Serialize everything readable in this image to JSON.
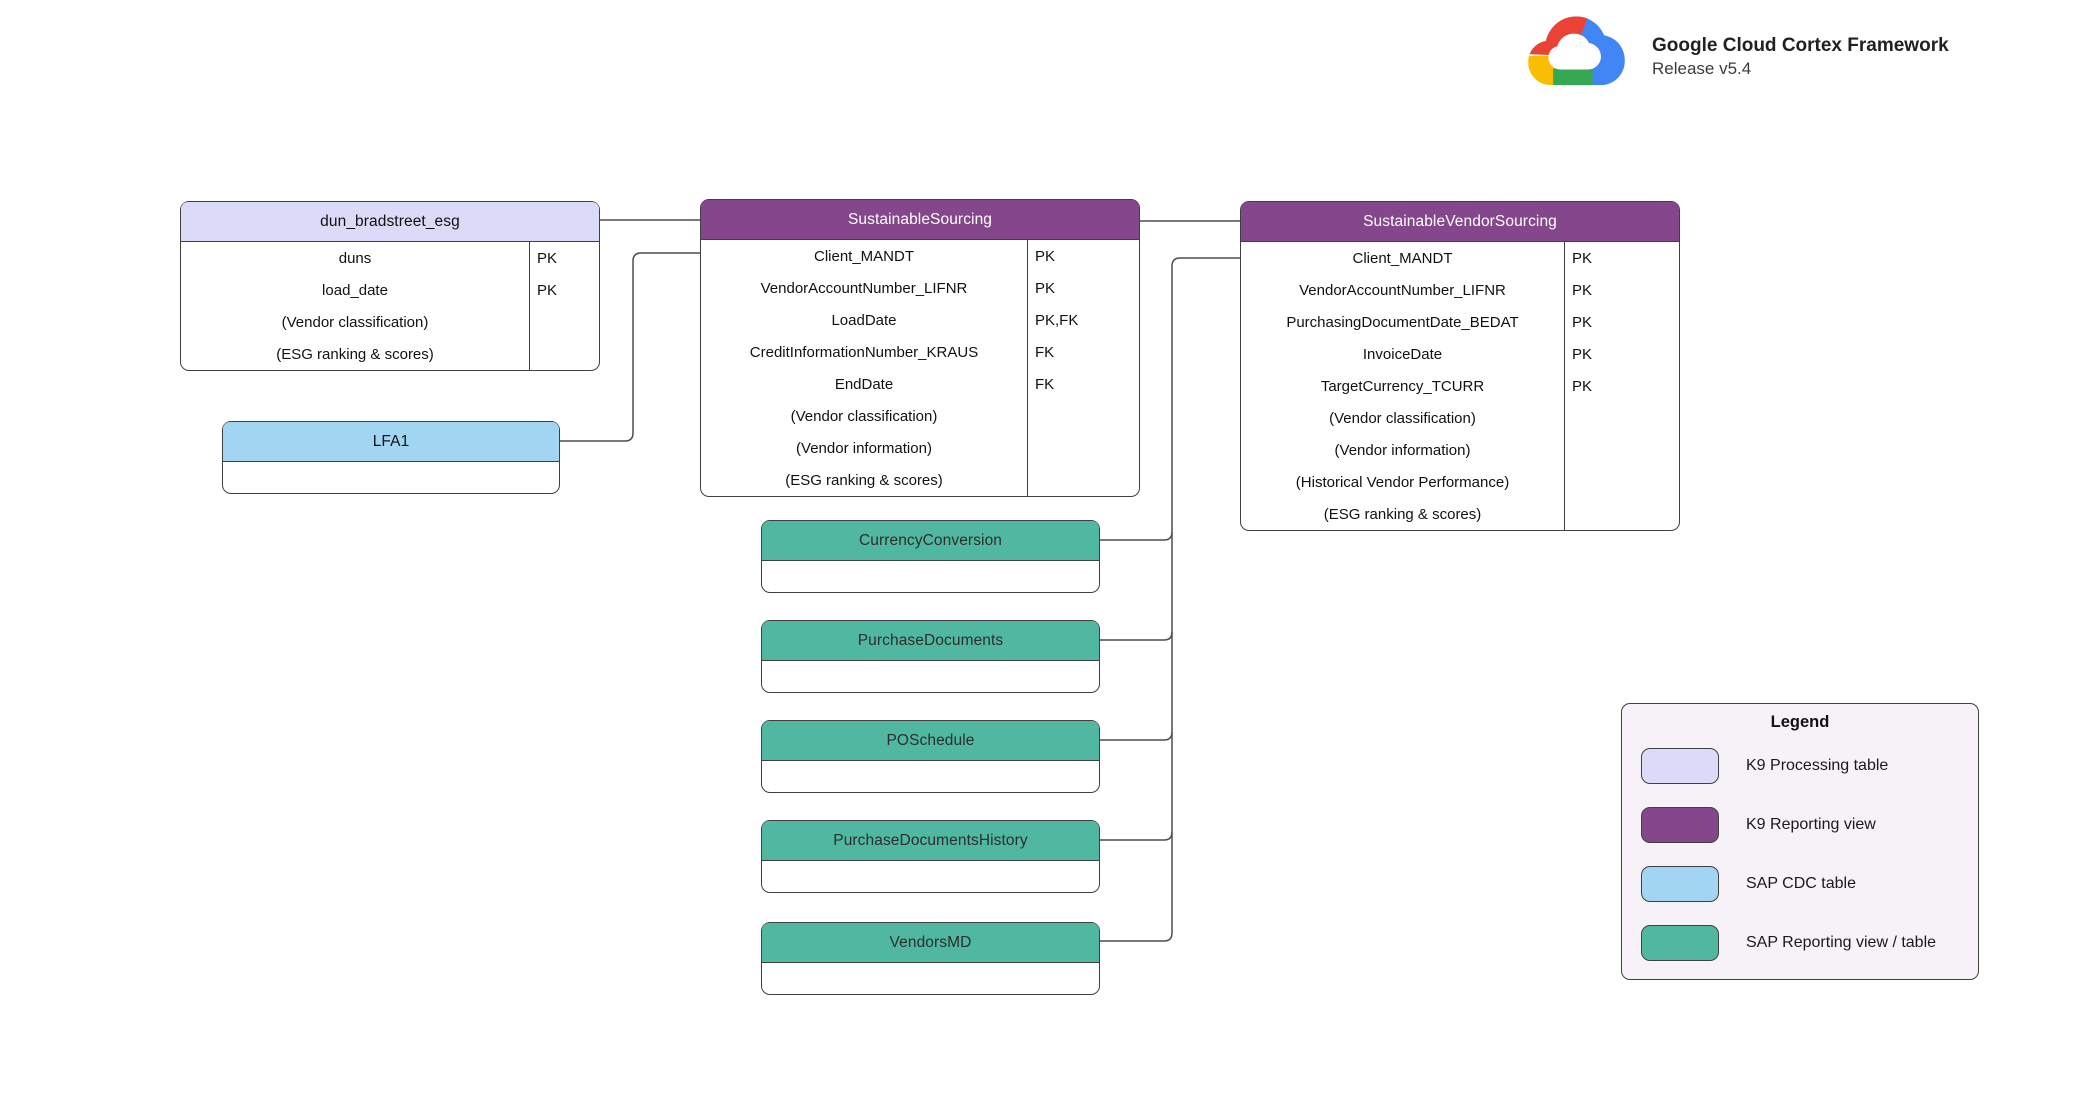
{
  "branding": {
    "logo": "google-cloud-logo",
    "title": "Google Cloud Cortex Framework",
    "subtitle": "Release v5.4"
  },
  "colors": {
    "k9_processing": "#dbdaf8",
    "k9_reporting": "#84478b",
    "sap_cdc": "#a2d5f2",
    "sap_reporting": "#50b8a1",
    "connector": "#4d4d4d",
    "legend_background": "#f7f2f8",
    "google_red": "#ea4335",
    "google_yellow": "#fbbc04",
    "google_green": "#34a853",
    "google_blue": "#4285f4"
  },
  "tables": [
    {
      "title": "dun_bradstreet_esg",
      "type": "K9 Processing table",
      "rows": [
        {
          "name": "duns",
          "key": "PK"
        },
        {
          "name": "load_date",
          "key": "PK"
        },
        {
          "name": "(Vendor classification)",
          "key": ""
        },
        {
          "name": "(ESG ranking & scores)",
          "key": ""
        }
      ]
    },
    {
      "title": "LFA1",
      "type": "SAP CDC table",
      "rows": []
    },
    {
      "title": "SustainableSourcing",
      "type": "K9 Reporting view",
      "rows": [
        {
          "name": "Client_MANDT",
          "key": "PK"
        },
        {
          "name": "VendorAccountNumber_LIFNR",
          "key": "PK"
        },
        {
          "name": "LoadDate",
          "key": "PK,FK"
        },
        {
          "name": "CreditInformationNumber_KRAUS",
          "key": "FK"
        },
        {
          "name": "EndDate",
          "key": "FK"
        },
        {
          "name": "(Vendor classification)",
          "key": ""
        },
        {
          "name": "(Vendor information)",
          "key": ""
        },
        {
          "name": "(ESG ranking & scores)",
          "key": ""
        }
      ]
    },
    {
      "title": "SustainableVendorSourcing",
      "type": "K9 Reporting view",
      "rows": [
        {
          "name": "Client_MANDT",
          "key": "PK"
        },
        {
          "name": "VendorAccountNumber_LIFNR",
          "key": "PK"
        },
        {
          "name": "PurchasingDocumentDate_BEDAT",
          "key": "PK"
        },
        {
          "name": "InvoiceDate",
          "key": "PK"
        },
        {
          "name": "TargetCurrency_TCURR",
          "key": "PK"
        },
        {
          "name": "(Vendor classification)",
          "key": ""
        },
        {
          "name": "(Vendor information)",
          "key": ""
        },
        {
          "name": "(Historical Vendor Performance)",
          "key": ""
        },
        {
          "name": "(ESG ranking & scores)",
          "key": ""
        }
      ]
    },
    {
      "title": "CurrencyConversion",
      "type": "SAP Reporting view / table",
      "rows": []
    },
    {
      "title": "PurchaseDocuments",
      "type": "SAP Reporting view / table",
      "rows": []
    },
    {
      "title": "POSchedule",
      "type": "SAP Reporting view / table",
      "rows": []
    },
    {
      "title": "PurchaseDocumentsHistory",
      "type": "SAP Reporting view / table",
      "rows": []
    },
    {
      "title": "VendorsMD",
      "type": "SAP Reporting view / table",
      "rows": []
    }
  ],
  "connections": [
    {
      "from": "dun_bradstreet_esg",
      "to": "SustainableSourcing"
    },
    {
      "from": "LFA1",
      "to": "SustainableSourcing"
    },
    {
      "from": "SustainableSourcing",
      "to": "SustainableVendorSourcing"
    },
    {
      "from": "CurrencyConversion",
      "to": "SustainableVendorSourcing"
    },
    {
      "from": "PurchaseDocuments",
      "to": "SustainableVendorSourcing"
    },
    {
      "from": "POSchedule",
      "to": "SustainableVendorSourcing"
    },
    {
      "from": "PurchaseDocumentsHistory",
      "to": "SustainableVendorSourcing"
    },
    {
      "from": "VendorsMD",
      "to": "SustainableVendorSourcing"
    }
  ],
  "legend": {
    "title": "Legend",
    "items": [
      {
        "label": "K9 Processing table",
        "color": "#dbdaf8"
      },
      {
        "label": "K9 Reporting view",
        "color": "#84478b"
      },
      {
        "label": "SAP CDC table",
        "color": "#a2d5f2"
      },
      {
        "label": "SAP Reporting view / table",
        "color": "#50b8a1"
      }
    ]
  }
}
